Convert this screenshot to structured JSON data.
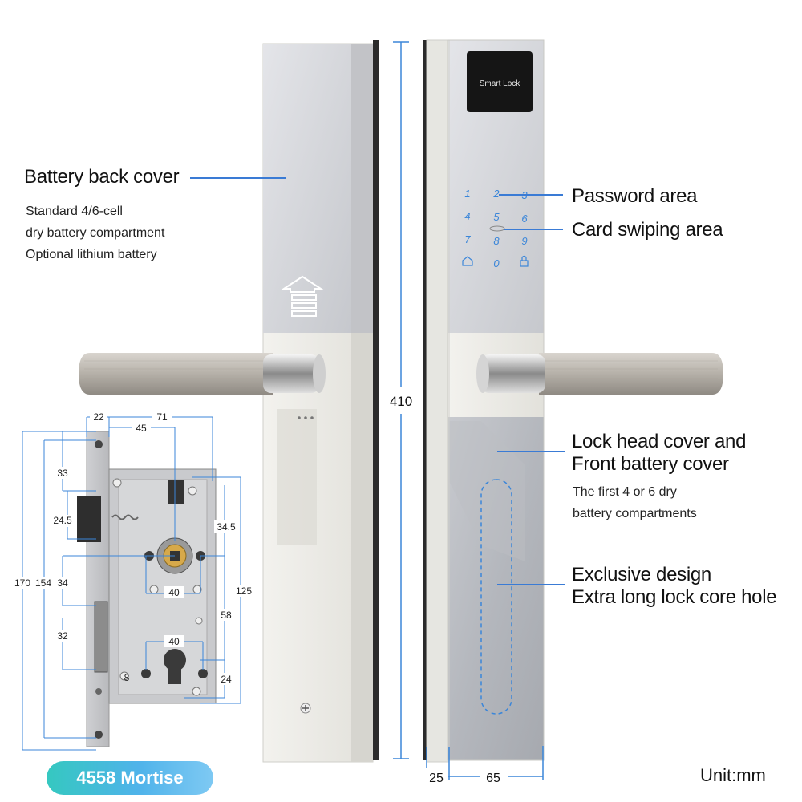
{
  "colors": {
    "accent_line": "#3a7bd5",
    "badge_from": "#35c8c0",
    "badge_to": "#7ec9f3",
    "panel_silver": "#d2d3d7",
    "panel_body": "#ebebe6",
    "glass": "#1a1a1a"
  },
  "callouts": {
    "battery_back_cover": {
      "title": "Battery back cover",
      "lines": [
        "Standard 4/6-cell",
        "dry battery compartment",
        "Optional lithium battery"
      ]
    },
    "password_area": {
      "title": "Password area"
    },
    "card_swiping_area": {
      "title": "Card swiping area"
    },
    "lock_head_cover": {
      "title_line1": "Lock head cover and",
      "title_line2": "Front battery cover",
      "lines": [
        "The first 4 or 6 dry",
        "battery compartments"
      ]
    },
    "exclusive_design": {
      "title_line1": "Exclusive design",
      "title_line2": "Extra long lock core hole"
    }
  },
  "lock": {
    "screen_text": "Smart Lock",
    "keypad": [
      "1",
      "2",
      "3",
      "4",
      "5",
      "6",
      "7",
      "8",
      "9",
      "0"
    ],
    "keypad_icons": [
      "home-icon",
      "lock-icon"
    ],
    "height_dimension": "410",
    "width_dimensions": [
      "25",
      "65"
    ]
  },
  "mortise": {
    "badge": "4558 Mortise",
    "dimensions": {
      "top_22": "22",
      "top_71": "71",
      "top_45": "45",
      "left_33": "33",
      "left_24_5": "24.5",
      "left_170": "170",
      "left_154": "154",
      "left_34": "34",
      "left_32": "32",
      "mid_40_upper": "40",
      "mid_40_lower": "40",
      "small_8": "8",
      "right_34_5": "34.5",
      "right_125": "125",
      "right_58": "58",
      "right_24": "24"
    }
  },
  "unit": "Unit:mm"
}
